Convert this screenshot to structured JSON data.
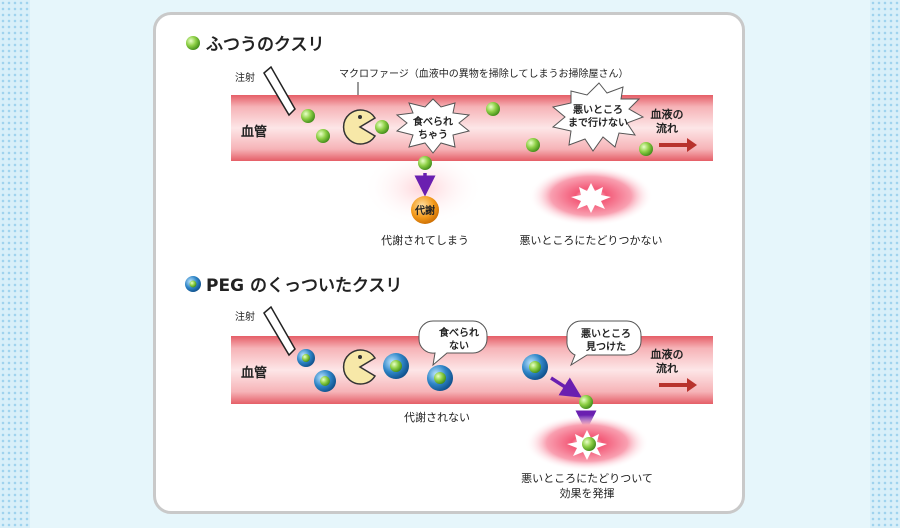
{
  "section_normal": {
    "title": "ふつうのクスリ",
    "injection_label": "注射",
    "macrophage_label": "マクロファージ（血液中の異物を掃除してしまうお掃除屋さん）",
    "vessel_label": "血管",
    "eaten_bubble": [
      "食べられ",
      "ちゃう"
    ],
    "cant_reach_bubble": [
      "悪いところ",
      "まで行けない"
    ],
    "flow_label": [
      "血液の",
      "流れ"
    ],
    "metabolism_badge": "代謝",
    "metabolized_caption": "代謝されてしまう",
    "cant_reach_caption": "悪いところにたどりつかない"
  },
  "section_peg": {
    "title": "PEG のくっついたクスリ",
    "injection_label": "注射",
    "vessel_label": "血管",
    "not_eaten_bubble": [
      "食べられ",
      "ない"
    ],
    "found_bubble": [
      "悪いところ",
      "見つけた"
    ],
    "flow_label": [
      "血液の",
      "流れ"
    ],
    "not_metabolized_caption": "代謝されない",
    "effect_caption": [
      "悪いところにたどりついて",
      "効果を発揮"
    ]
  },
  "colors": {
    "vessel": "#e86a72",
    "vessel_light": "#f7b6b9",
    "drug_green": "#7cc635",
    "peg_blue": "#2f86c8",
    "arrow_purple": "#6a1fb0",
    "flow_arrow": "#b8332d",
    "metabolism_orange": "#f39a1b",
    "pacman": "#f7e8a8"
  }
}
